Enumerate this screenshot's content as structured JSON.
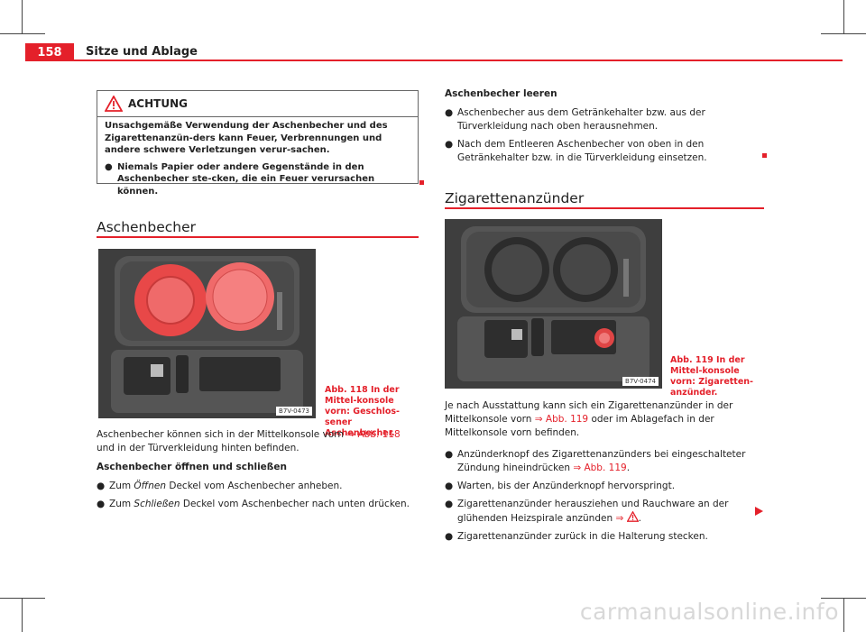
{
  "header": {
    "page_number": "158",
    "chapter": "Sitze und Ablage"
  },
  "warning": {
    "title": "ACHTUNG",
    "text": "Unsachgemäße Verwendung der Aschenbecher und des Zigarettenanzün-ders kann Feuer, Verbrennungen und andere schwere Verletzungen verur-sachen.",
    "bullet": "Niemals Papier oder andere Gegenstände in den Aschenbecher ste-cken, die ein Feuer verursachen können."
  },
  "ashtray": {
    "title": "Aschenbecher",
    "figure_code": "B7V-0473",
    "caption": "Abb. 118   In der Mittel-konsole vorn: Geschlos-sener Aschenbecher.",
    "intro_pre": "Aschenbecher können sich in der Mittelkonsole vorn ",
    "intro_ref": "⇒ Abb. 118",
    "intro_post": " und in der Türverkleidung hinten befinden.",
    "open_close_head": "Aschenbecher öffnen und schließen",
    "b1_pre": "Zum ",
    "b1_em": "Öffnen",
    "b1_post": " Deckel vom Aschenbecher anheben.",
    "b2_pre": "Zum ",
    "b2_em": "Schließen",
    "b2_post": " Deckel vom Aschenbecher nach unten drücken."
  },
  "empty": {
    "head": "Aschenbecher leeren",
    "b1": "Aschenbecher aus dem Getränkehalter bzw. aus der Türverkleidung nach oben herausnehmen.",
    "b2": "Nach dem Entleeren Aschenbecher von oben in den Getränkehalter bzw. in die Türverkleidung einsetzen."
  },
  "lighter": {
    "title": "Zigarettenanzünder",
    "figure_code": "B7V-0474",
    "caption": "Abb. 119   In der Mittel-konsole vorn: Zigaretten-anzünder.",
    "intro_pre": "Je nach Ausstattung kann sich ein Zigarettenanzünder in der Mittelkonsole vorn ",
    "intro_ref": "⇒ Abb. 119",
    "intro_post": " oder im Ablagefach in der Mittelkonsole vorn befinden.",
    "b1_pre": "Anzünderknopf des Zigarettenanzünders bei eingeschalteter Zündung hineindrücken ",
    "b1_ref": "⇒ Abb. 119",
    "b1_post": ".",
    "b2": "Warten, bis der Anzünderknopf hervorspringt.",
    "b3_pre": "Zigarettenanzünder herausziehen und Rauchware an der glühenden Heizspirale anzünden ",
    "b3_ref": "⇒",
    "b3_post": ".",
    "b4": "Zigarettenanzünder zurück in die Halterung stecken."
  },
  "bullet_char": "●",
  "watermark": "carmanualsonline.info",
  "colors": {
    "accent": "#e4202a"
  },
  "icons": [
    "warning-triangle-icon",
    "continue-arrow-icon"
  ]
}
